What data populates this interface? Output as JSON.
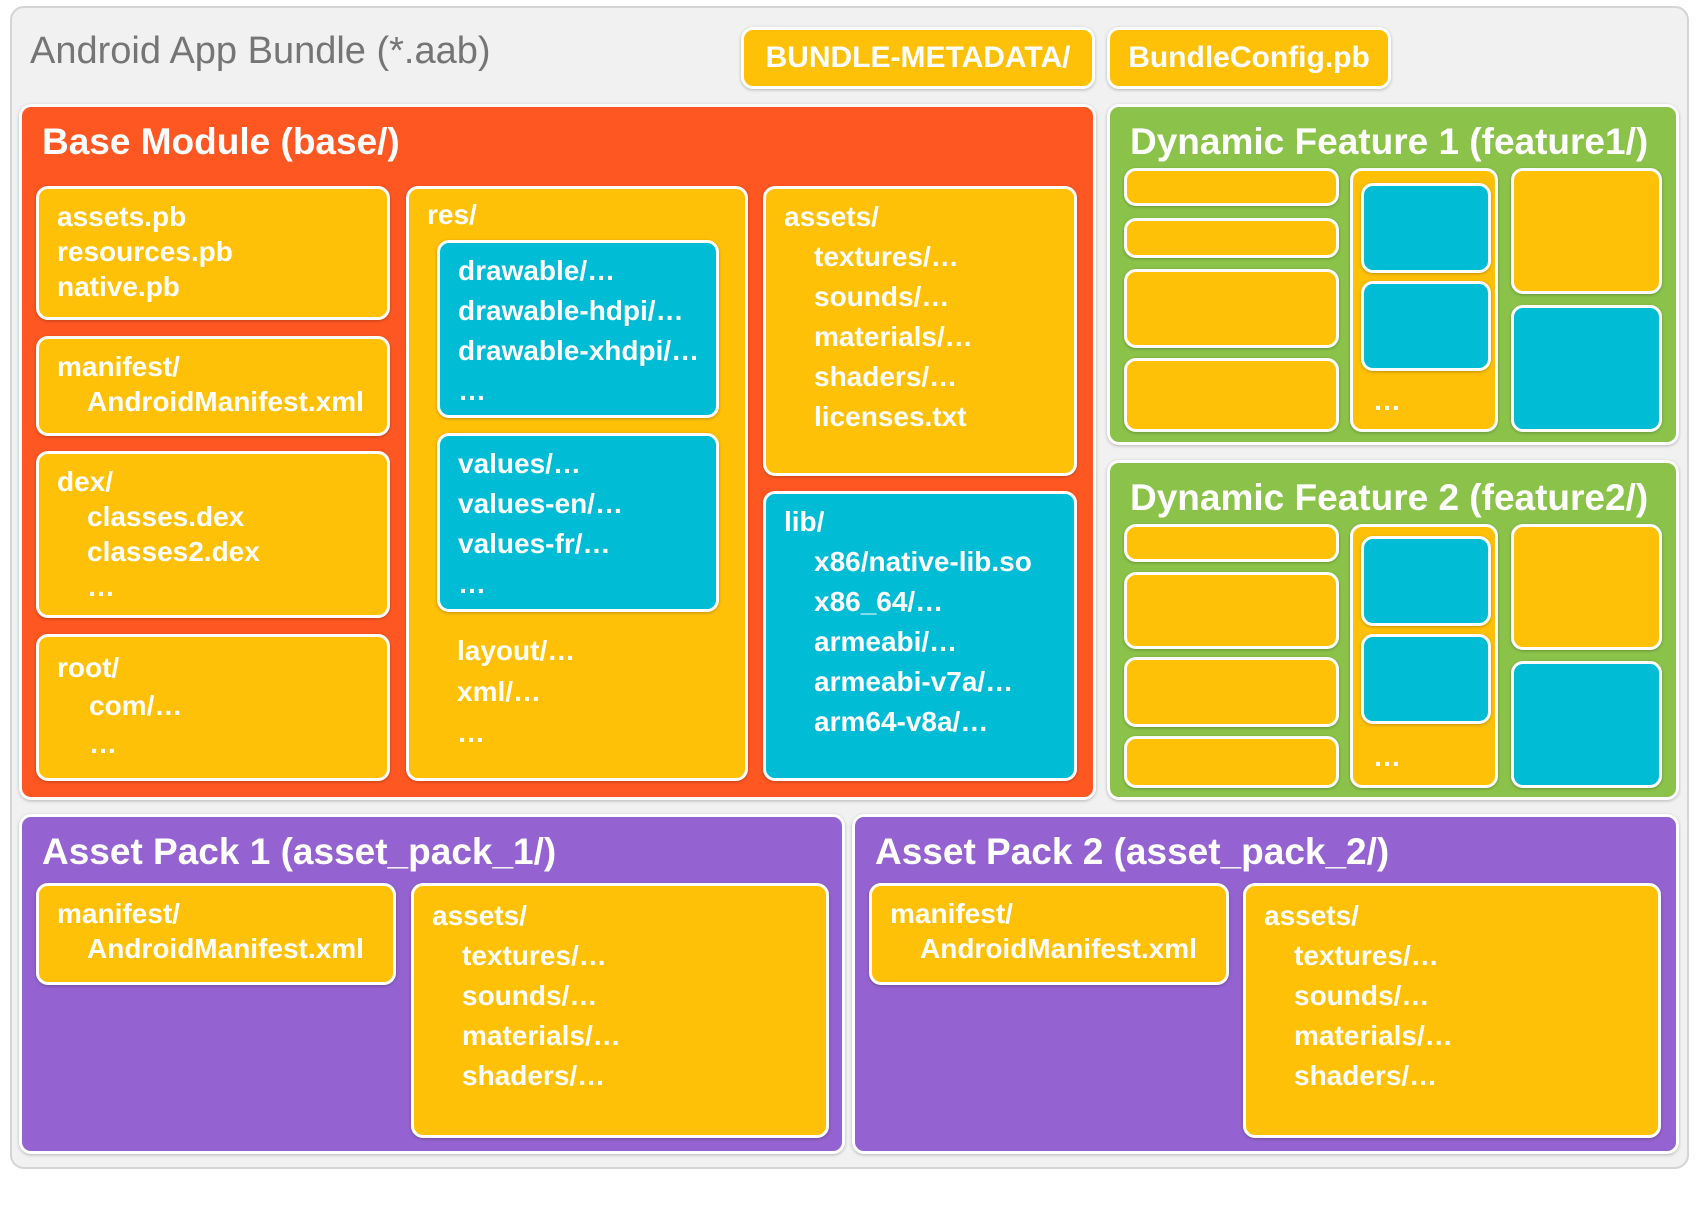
{
  "bundle": {
    "title": "Android App Bundle (*.aab)",
    "metadata_label": "BUNDLE-METADATA/",
    "config_label": "BundleConfig.pb"
  },
  "base": {
    "title": "Base Module (base/)",
    "pb_files": [
      "assets.pb",
      "resources.pb",
      "native.pb"
    ],
    "manifest": {
      "dir": "manifest/",
      "file": "AndroidManifest.xml"
    },
    "dex": {
      "dir": "dex/",
      "files": [
        "classes.dex",
        "classes2.dex",
        "…"
      ]
    },
    "root": {
      "dir": "root/",
      "items": [
        "com/…",
        "…"
      ]
    },
    "res": {
      "dir": "res/",
      "drawable": [
        "drawable/…",
        "drawable-hdpi/…",
        "drawable-xhdpi/…",
        "…"
      ],
      "values": [
        "values/…",
        "values-en/…",
        "values-fr/…",
        "…"
      ],
      "other": [
        "layout/…",
        "xml/…",
        "…"
      ]
    },
    "assets": {
      "dir": "assets/",
      "items": [
        "textures/…",
        "sounds/…",
        "materials/…",
        "shaders/…",
        "licenses.txt"
      ]
    },
    "lib": {
      "dir": "lib/",
      "items": [
        "x86/native-lib.so",
        "x86_64/…",
        "armeabi/…",
        "armeabi-v7a/…",
        "arm64-v8a/…"
      ]
    }
  },
  "feature1": {
    "title": "Dynamic Feature 1 (feature1/)",
    "ellipsis": "…"
  },
  "feature2": {
    "title": "Dynamic Feature 2 (feature2/)",
    "ellipsis": "…"
  },
  "asset_pack_1": {
    "title": "Asset Pack 1 (asset_pack_1/)",
    "manifest": {
      "dir": "manifest/",
      "file": "AndroidManifest.xml"
    },
    "assets": {
      "dir": "assets/",
      "items": [
        "textures/…",
        "sounds/…",
        "materials/…",
        "shaders/…"
      ]
    }
  },
  "asset_pack_2": {
    "title": "Asset Pack 2 (asset_pack_2/)",
    "manifest": {
      "dir": "manifest/",
      "file": "AndroidManifest.xml"
    },
    "assets": {
      "dir": "assets/",
      "items": [
        "textures/…",
        "sounds/…",
        "materials/…",
        "shaders/…"
      ]
    }
  },
  "colors": {
    "base_module": "#ff5722",
    "dynamic_feature": "#8bc34a",
    "asset_pack": "#9463d1",
    "file_box": "#ffc107",
    "subdir_box": "#00bcd4",
    "bundle_background": "#f1f1f1"
  }
}
